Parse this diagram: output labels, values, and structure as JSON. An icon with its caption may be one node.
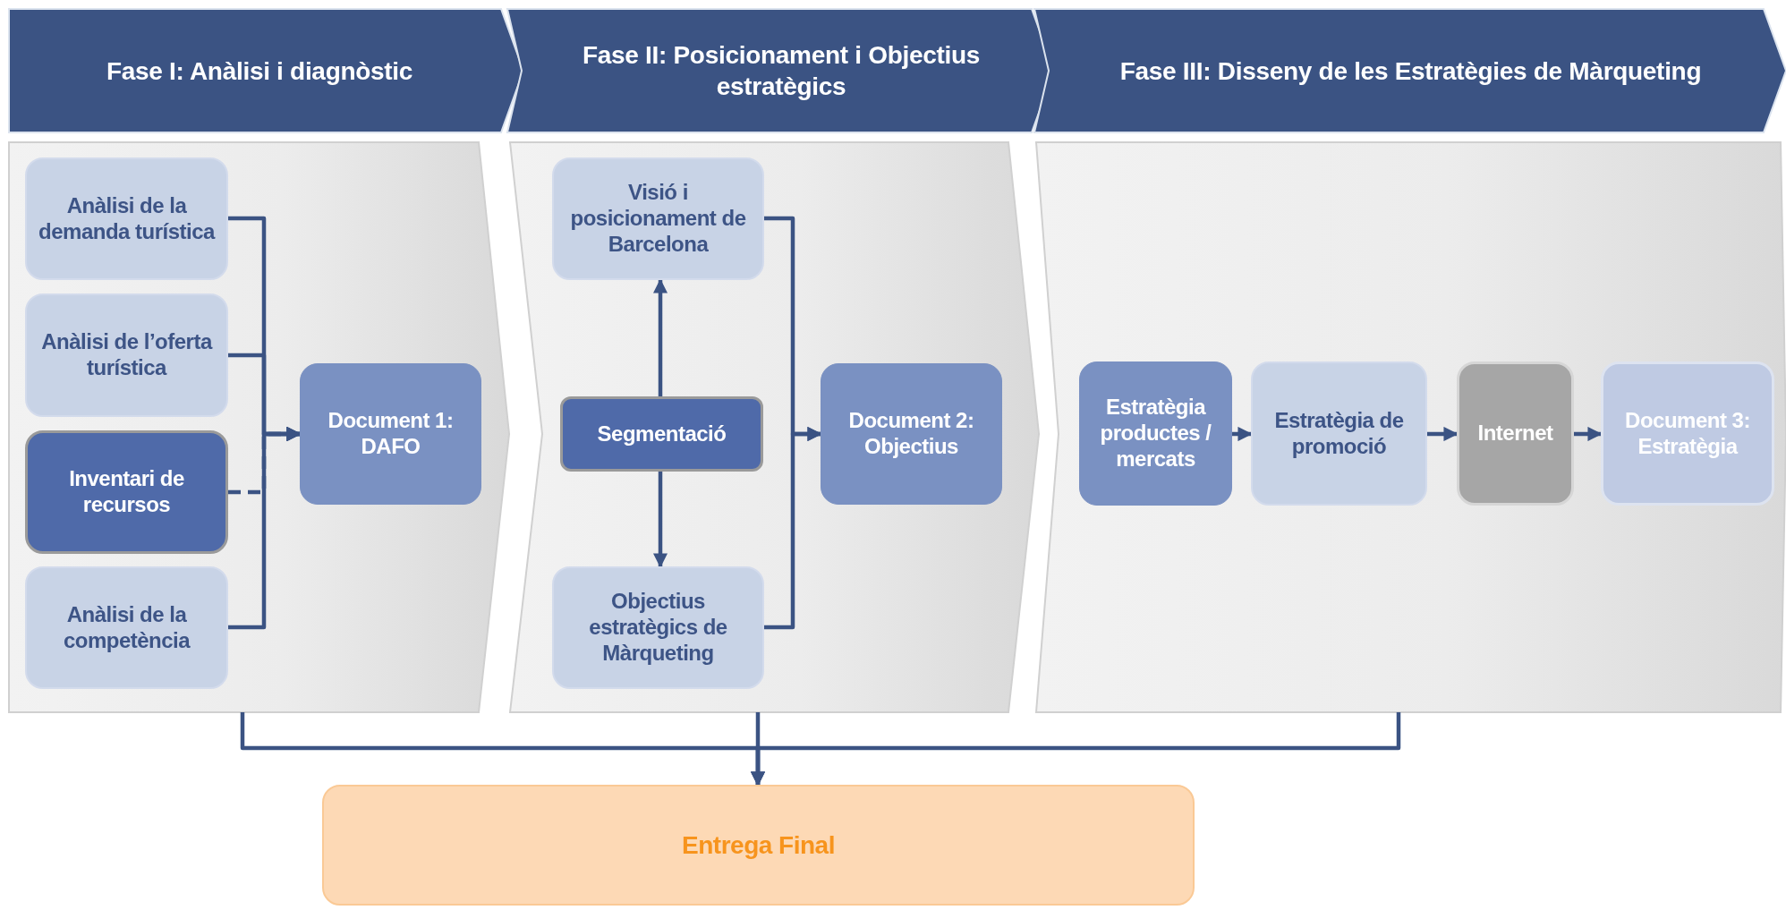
{
  "diagram": {
    "nodes": [
      {
        "text": [
          "Fase I: Anàlisi i diagnòstic"
        ]
      },
      {
        "text": [
          "Anàlisi de la demanda turística"
        ],
        "in": 0
      },
      {
        "text": [
          "Anàlisi de l’oferta turística"
        ],
        "in": 0
      },
      {
        "text": [
          "Inventari de recursos"
        ],
        "in": 0
      },
      {
        "text": [
          "Anàlisi de la competència"
        ],
        "in": 0
      },
      {
        "text": [
          "Document 1: DAFO"
        ],
        "in": 0
      },
      {
        "text": [
          "Fase II: Posicionament i Objectius estratègics"
        ]
      },
      {
        "text": [
          "Visió i posicionament de Barcelona"
        ],
        "in": 6
      },
      {
        "text": [
          "Segmentació"
        ],
        "in": 6
      },
      {
        "text": [
          "Objectius estratègics de Màrqueting"
        ],
        "in": 6
      },
      {
        "text": [
          "Document 2: Objectius"
        ],
        "in": 6
      },
      {
        "text": [
          "Fase III: Disseny de les Estratègies de Màrqueting"
        ]
      },
      {
        "text": [
          "Estratègia productes / mercats"
        ],
        "in": 11
      },
      {
        "text": [
          "Estratègia de promoció"
        ],
        "in": 11
      },
      {
        "text": [
          "Internet"
        ],
        "in": 11
      },
      {
        "text": [
          "Document 3: Estratègia"
        ],
        "in": 11
      },
      {
        "text": [
          "Entrega Final"
        ]
      }
    ],
    "edges": [
      {
        "from": 1,
        "to": 5,
        "arrow": "to"
      },
      {
        "from": 2,
        "to": 5,
        "arrow": "to"
      },
      {
        "from": 3,
        "to": 5,
        "arrow": "to",
        "style": "dashed"
      },
      {
        "from": 4,
        "to": 5,
        "arrow": "to"
      },
      {
        "from": 8,
        "to": 7,
        "arrow": "to"
      },
      {
        "from": 8,
        "to": 9,
        "arrow": "to"
      },
      {
        "from": 7,
        "to": 10,
        "arrow": "to"
      },
      {
        "from": 9,
        "to": 10,
        "arrow": "to"
      },
      {
        "from": 12,
        "to": 13,
        "arrow": "to"
      },
      {
        "from": 13,
        "to": 14,
        "arrow": "to"
      },
      {
        "from": 14,
        "to": 15,
        "arrow": "to"
      },
      {
        "from": 0,
        "to": 16,
        "arrow": "to"
      },
      {
        "from": 6,
        "to": 16,
        "arrow": "to"
      },
      {
        "from": 11,
        "to": 16,
        "arrow": "to"
      }
    ]
  }
}
